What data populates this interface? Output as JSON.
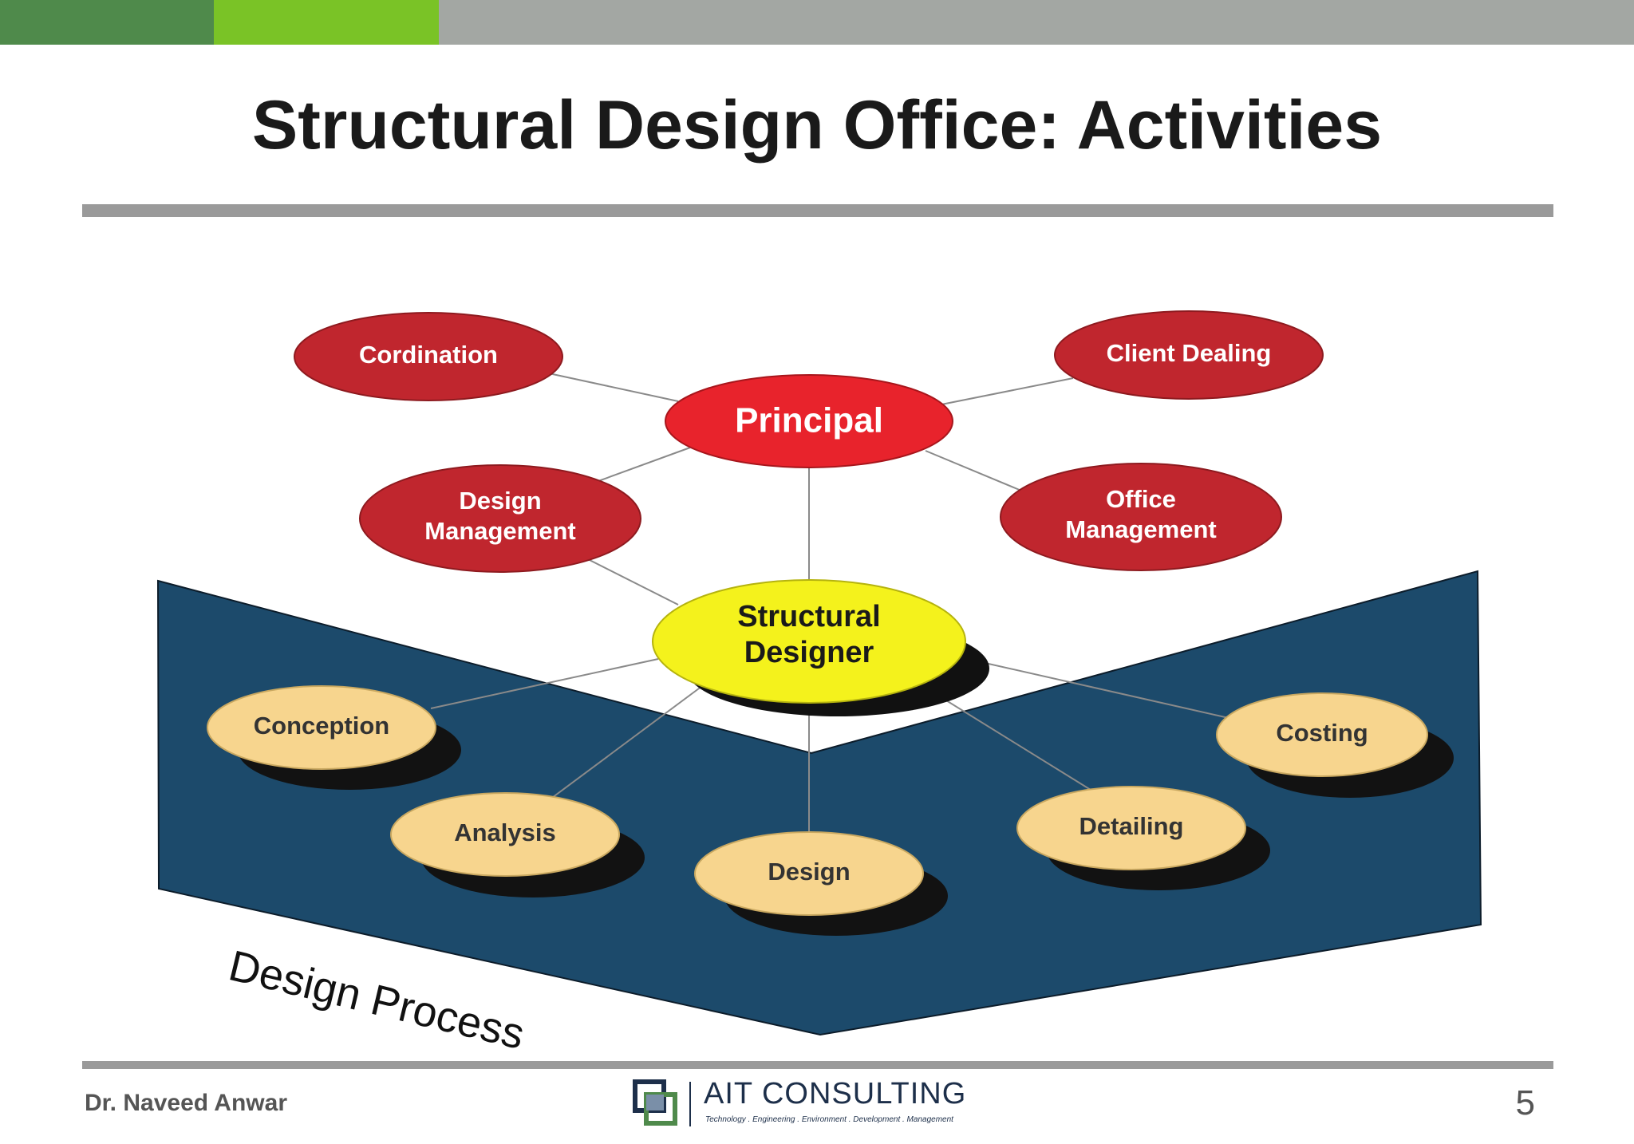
{
  "slide": {
    "title": "Structural Design Office: Activities",
    "author": "Dr. Naveed Anwar",
    "page_number": "5"
  },
  "logo": {
    "name": "AIT CONSULTING",
    "tagline": "Technology . Engineering . Environment . Development . Management"
  },
  "diagram": {
    "process_label": "Design Process",
    "nodes": {
      "principal": "Principal",
      "cordination": "Cordination",
      "client_dealing": "Client Dealing",
      "design_management": [
        "Design",
        "Management"
      ],
      "office_management": [
        "Office",
        "Management"
      ],
      "structural_designer": [
        "Structural",
        "Designer"
      ],
      "conception": "Conception",
      "analysis": "Analysis",
      "design": "Design",
      "detailing": "Detailing",
      "costing": "Costing"
    }
  },
  "colors": {
    "red_node": "#c0262e",
    "principal_node": "#e8232c",
    "yellow_node": "#f4f21c",
    "tan_node": "#f7d58e",
    "process_panel": "#1c4a6b",
    "top_bar_dark_green": "#4f8a4b",
    "top_bar_green": "#7ac326",
    "top_bar_gray": "#a3a7a3"
  }
}
